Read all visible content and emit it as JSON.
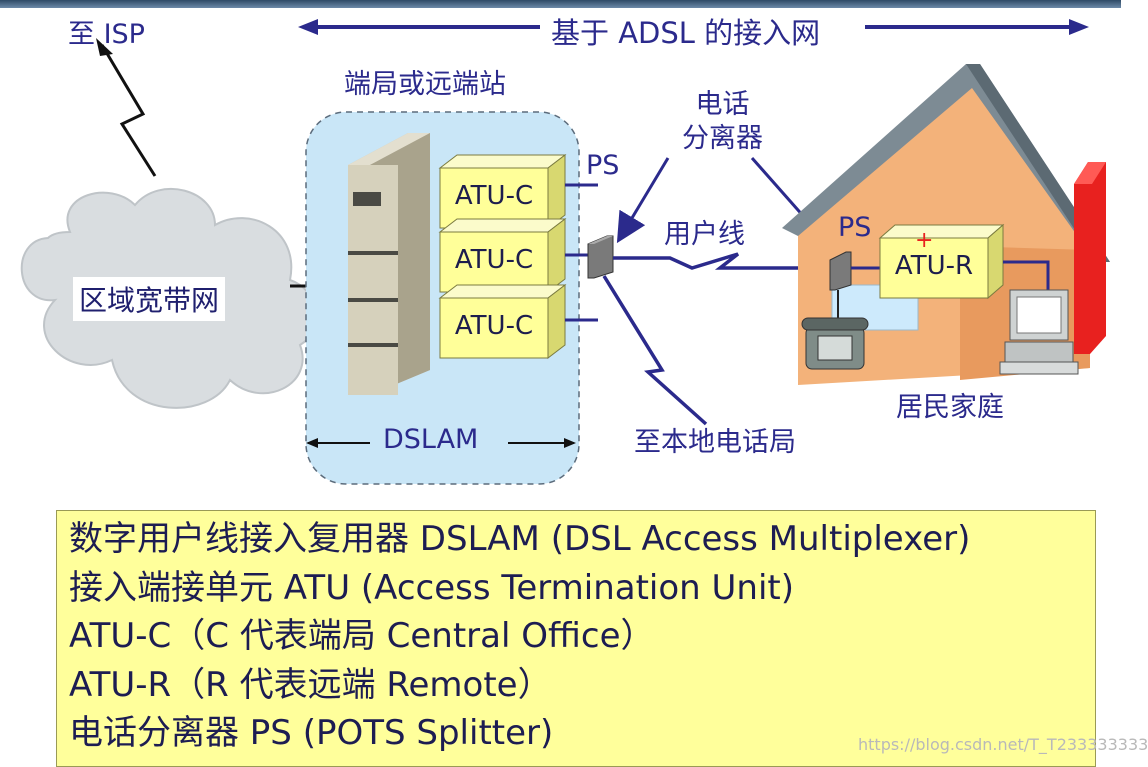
{
  "diagram": {
    "title": "基于 ADSL 的接入网",
    "to_isp": "至 ISP",
    "central_office": "端局或远端站",
    "regional_network": "区域宽带网",
    "dslam": "DSLAM",
    "atu_c_labels": [
      "ATU-C",
      "ATU-C",
      "ATU-C"
    ],
    "ps_label": "PS",
    "splitter_label": "电话\n分离器",
    "user_line": "用户线",
    "home_ps_label": "PS",
    "atu_r": "ATU-R",
    "to_local_office": "至本地电话局",
    "home": "居民家庭"
  },
  "legend": {
    "lines": [
      "数字用户线接入复用器 DSLAM (DSL Access Multiplexer)",
      "接入端接单元 ATU (Access Termination Unit)",
      "ATU-C（C 代表端局 Central Office）",
      "ATU-R（R 代表远端 Remote）",
      "电话分离器 PS (POTS Splitter)"
    ]
  },
  "watermark": "https://blog.csdn.net/T_T233333333",
  "colors": {
    "text_blue": "#2b2a8c",
    "legend_bg": "#ffff9b",
    "atu_box": "#ffff99",
    "dslam_panel": "#c9e6f7",
    "house_wall": "#f3b27a",
    "roof": "#7d8b94",
    "chimney": "#e8211f"
  }
}
